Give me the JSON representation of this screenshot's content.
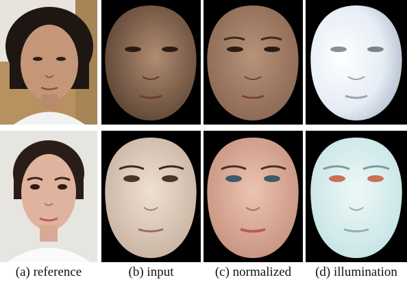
{
  "figure": {
    "captions": [
      "(a) reference",
      "(b) input",
      "(c) normalized",
      "(d) illumination"
    ],
    "rows": [
      {
        "reference": {
          "background": "#c9b08a",
          "skin": "#c69678",
          "hair": "#1d1613",
          "clothing": "#f2f2f2"
        },
        "input": {
          "skin": "#8e6e55"
        },
        "normalized": {
          "skin": "#a8836a"
        },
        "illumination": {
          "skin": "#dfe7f1"
        }
      },
      {
        "reference": {
          "background": "#e7e5e0",
          "skin": "#e0b39f",
          "hair": "#2a1c16",
          "clothing": "#fafafa"
        },
        "input": {
          "skin": "#e5d3c2"
        },
        "normalized": {
          "skin": "#e2b8a6"
        },
        "illumination": {
          "skin": "#dbf2f1"
        }
      }
    ]
  }
}
